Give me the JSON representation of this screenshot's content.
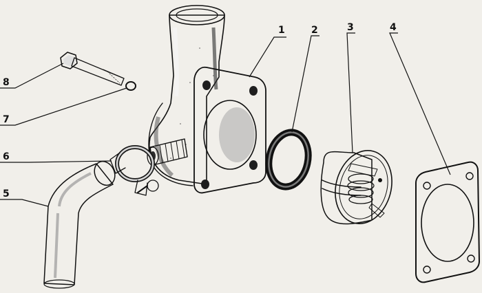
{
  "diagram": {
    "callouts": [
      {
        "id": "1",
        "label": "1"
      },
      {
        "id": "2",
        "label": "2"
      },
      {
        "id": "3",
        "label": "3"
      },
      {
        "id": "4",
        "label": "4"
      },
      {
        "id": "5",
        "label": "5"
      },
      {
        "id": "6",
        "label": "6"
      },
      {
        "id": "7",
        "label": "7"
      },
      {
        "id": "8",
        "label": "8"
      }
    ],
    "colors": {
      "paper": "#f1efea",
      "ink": "#111111",
      "shade": "#3a3a3a",
      "mid": "#8a8a8a",
      "light": "#cfcfcf"
    }
  }
}
